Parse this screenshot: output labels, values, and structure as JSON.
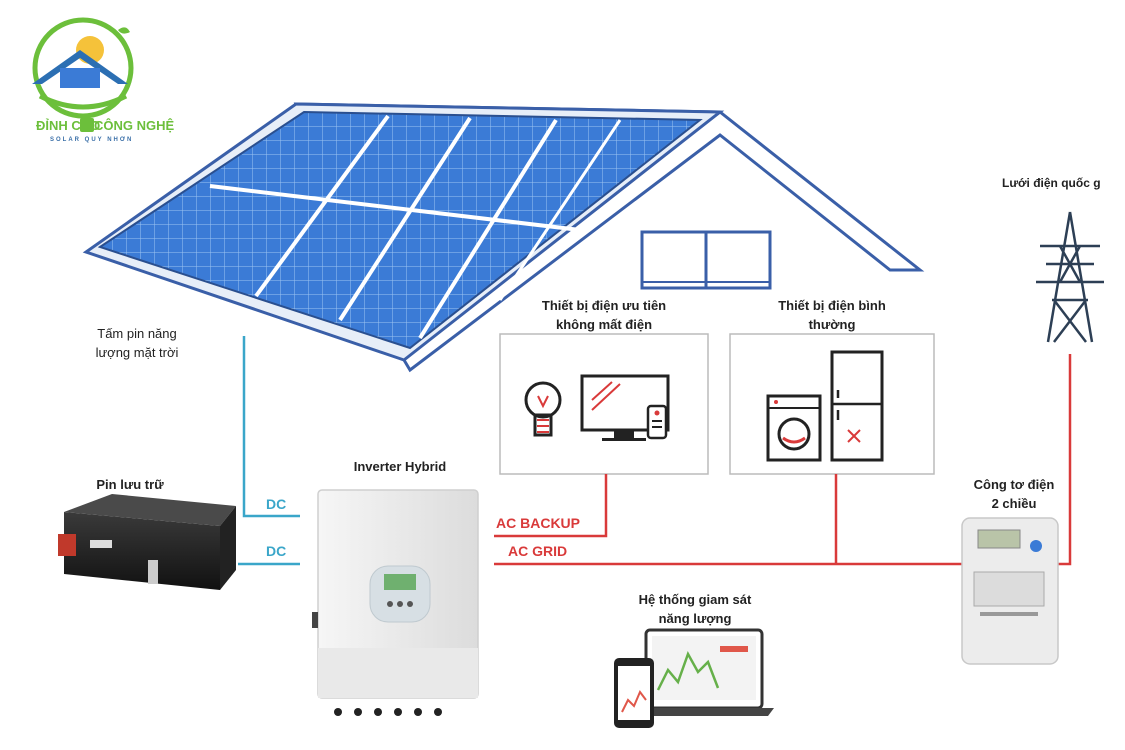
{
  "logo": {
    "brand_left": "ĐỈNH CAO",
    "brand_right": "CÔNG NGHỆ",
    "tagline": "SOLAR QUY NHƠN"
  },
  "labels": {
    "solar_panel_line1": "Tấm pin năng",
    "solar_panel_line2": "lượng mặt trời",
    "battery": "Pin lưu trữ",
    "inverter": "Inverter Hybrid",
    "priority_line1": "Thiết bị điện ưu tiên",
    "priority_line2": "không mất điện",
    "normal_line1": "Thiết bị điện bình",
    "normal_line2": "thường",
    "grid": "Lưới điện quốc g",
    "meter_line1": "Công tơ điện",
    "meter_line2": "2 chiều",
    "monitor_line1": "Hệ thống giam sát",
    "monitor_line2": "năng lượng"
  },
  "lines": {
    "dc_top": "DC",
    "dc_bottom": "DC",
    "ac_backup": "AC BACKUP",
    "ac_grid": "AC GRID"
  },
  "colors": {
    "dc": "#3aa6c9",
    "ac": "#d93a3a",
    "panel": "#3b7bd6",
    "roof": "#3a5fa8"
  }
}
